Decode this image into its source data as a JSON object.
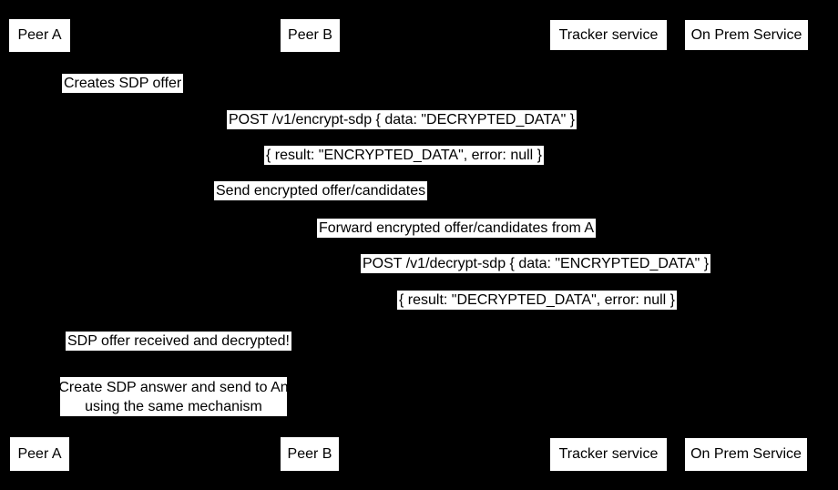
{
  "diagram": {
    "type": "sequence-diagram",
    "colors": {
      "background": "#000000",
      "box_fill": "#ffffff",
      "text": "#000000"
    }
  },
  "actors": {
    "peer_a": "Peer A",
    "peer_b": "Peer B",
    "tracker": "Tracker service",
    "onprem": "On Prem Service"
  },
  "messages": {
    "creates_offer": "Creates SDP offer",
    "post_encrypt": "POST /v1/encrypt-sdp { data: \"DECRYPTED_DATA\" }",
    "encrypt_result": "{ result: \"ENCRYPTED_DATA\", error: null }",
    "send_encrypted": "Send encrypted offer/candidates",
    "forward_encrypted": "Forward encrypted offer/candidates from A",
    "post_decrypt": "POST /v1/decrypt-sdp { data: \"ENCRYPTED_DATA\" }",
    "decrypt_result": "{ result: \"DECRYPTED_DATA\", error: null }",
    "sdp_received": "SDP offer received and decrypted!",
    "note_line1": "Create SDP answer and send to An",
    "note_line2": "using the same mechanism"
  }
}
